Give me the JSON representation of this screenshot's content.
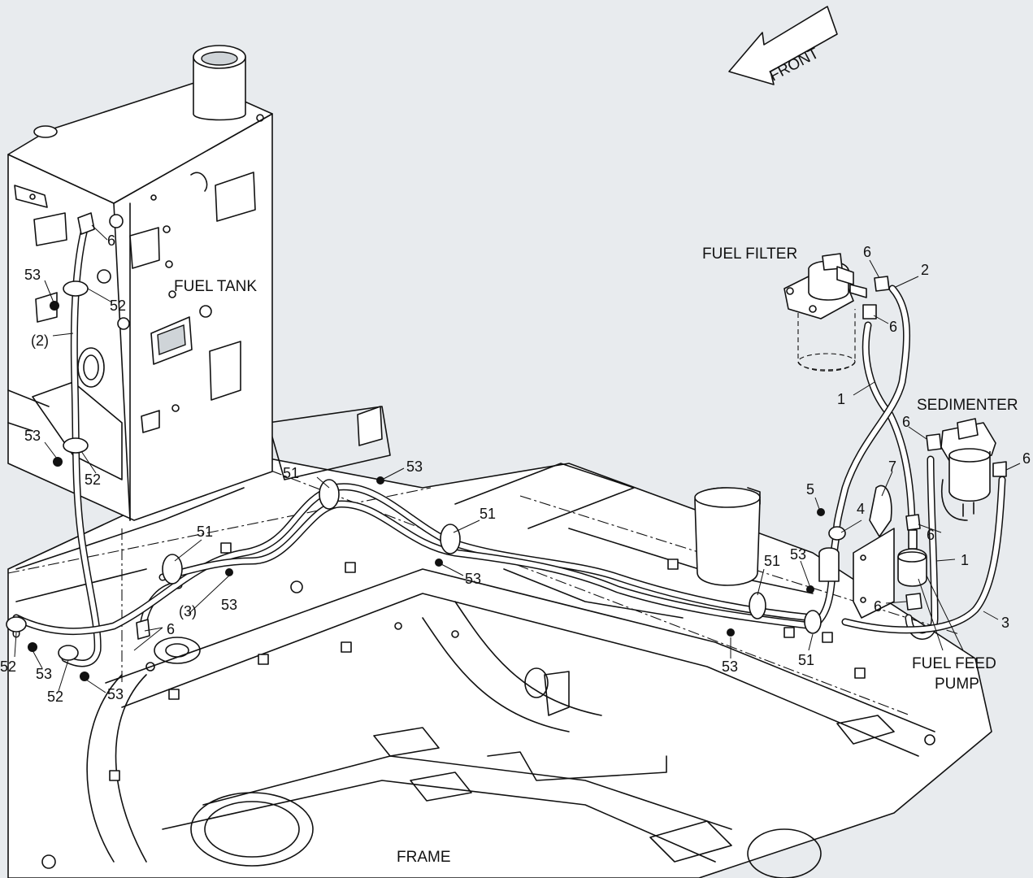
{
  "labels": {
    "front": "FRONT",
    "fuel_tank": "FUEL TANK",
    "fuel_filter": "FUEL FILTER",
    "sedimenter": "SEDIMENTER",
    "fuel_feed_pump_line1": "FUEL FEED",
    "fuel_feed_pump_line2": "PUMP",
    "frame": "FRAME"
  },
  "callouts": {
    "c6": "6",
    "c53": "53",
    "c52": "52",
    "c2_paren": "(2)",
    "c3_paren": "(3)",
    "c51": "51",
    "c1": "1",
    "c2": "2",
    "c3": "3",
    "c4": "4",
    "c5": "5",
    "c7": "7"
  }
}
